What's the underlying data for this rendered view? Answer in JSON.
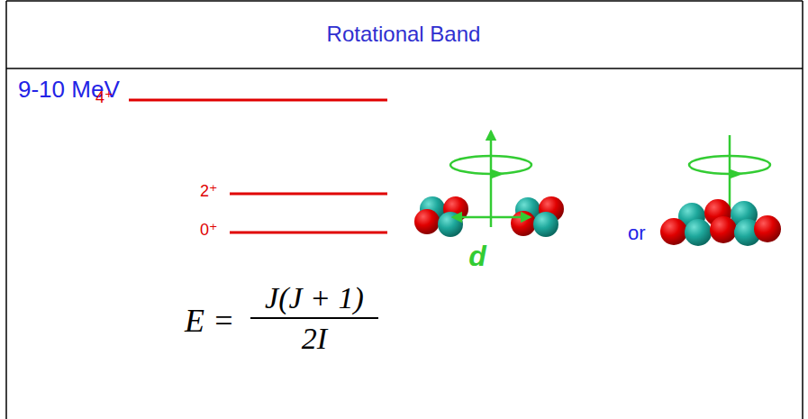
{
  "diagram": {
    "title": "Rotational Band",
    "labels": [
      "9-10 MeV",
      "4⁺",
      "2⁺",
      "0⁺",
      "d",
      "or",
      "E =",
      "J(J + 1)",
      "2I"
    ]
  }
}
